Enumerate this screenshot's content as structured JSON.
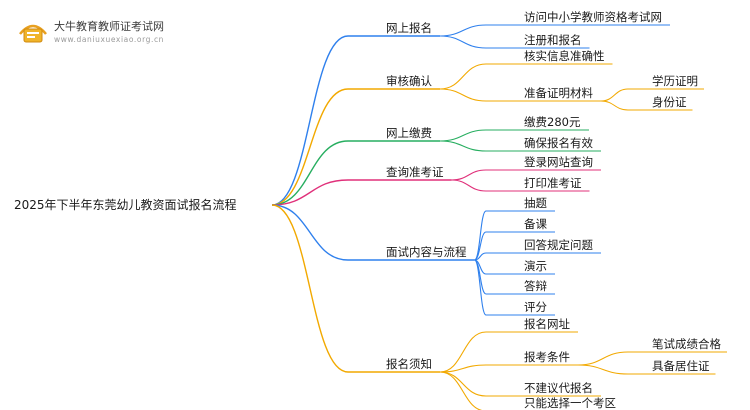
{
  "watermark": {
    "name": "大牛教育教师证考试网",
    "url": "www.daniuxuexiao.org.cn"
  },
  "mindmap": {
    "root": "2025年下半年东莞幼儿教资面试报名流程",
    "branches": [
      {
        "label": "网上报名",
        "color": "#2f80ed",
        "children": [
          {
            "label": "访问中小学教师资格考试网"
          },
          {
            "label": "注册和报名"
          }
        ]
      },
      {
        "label": "审核确认",
        "color": "#f2a900",
        "children": [
          {
            "label": "核实信息准确性"
          },
          {
            "label": "准备证明材料",
            "children": [
              {
                "label": "学历证明"
              },
              {
                "label": "身份证"
              }
            ]
          }
        ]
      },
      {
        "label": "网上缴费",
        "color": "#27ae60",
        "children": [
          {
            "label": "缴费280元"
          },
          {
            "label": "确保报名有效"
          }
        ]
      },
      {
        "label": "查询准考证",
        "color": "#e0307a",
        "children": [
          {
            "label": "登录网站查询"
          },
          {
            "label": "打印准考证"
          }
        ]
      },
      {
        "label": "面试内容与流程",
        "color": "#2f80ed",
        "children": [
          {
            "label": "抽题"
          },
          {
            "label": "备课"
          },
          {
            "label": "回答规定问题"
          },
          {
            "label": "演示"
          },
          {
            "label": "答辩"
          },
          {
            "label": "评分"
          }
        ]
      },
      {
        "label": "报名须知",
        "color": "#f2a900",
        "children": [
          {
            "label": "报名网址"
          },
          {
            "label": "报考条件",
            "children": [
              {
                "label": "笔试成绩合格"
              },
              {
                "label": "具备居住证"
              }
            ]
          },
          {
            "label": "不建议代报名"
          },
          {
            "label": "只能选择一个考区"
          }
        ]
      }
    ]
  }
}
